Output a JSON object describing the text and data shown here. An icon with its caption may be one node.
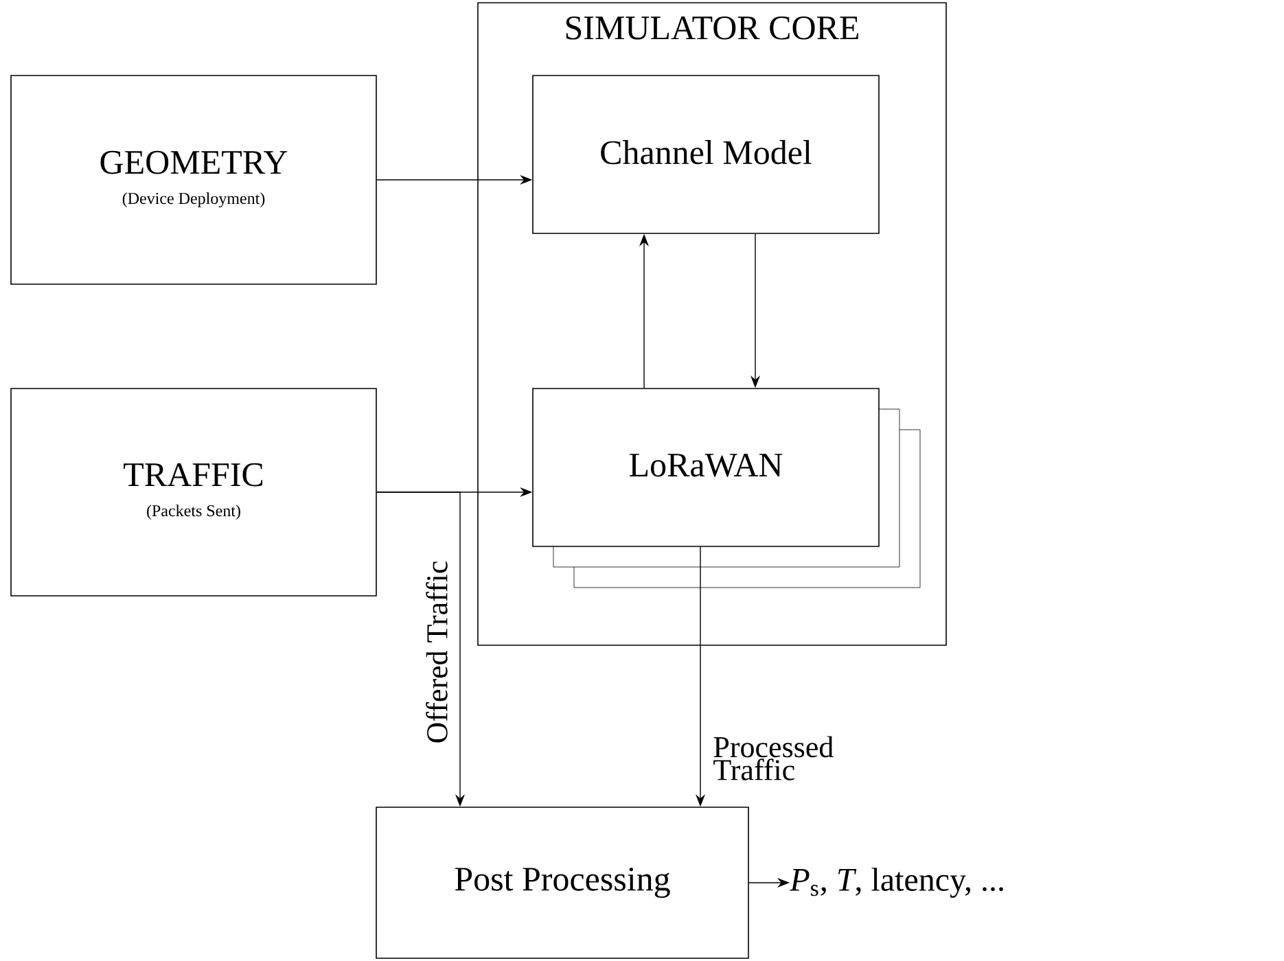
{
  "diagram": {
    "nodes": [
      {
        "text": [
          "SIMULATOR CORE"
        ]
      },
      {
        "text": [
          "GEOMETRY",
          "(Device Deployment)"
        ]
      },
      {
        "text": [
          "Channel Model"
        ],
        "in": 0
      },
      {
        "text": [
          "TRAFFIC",
          "(Packets Sent)"
        ]
      },
      {
        "text": [
          "LoRaWAN"
        ],
        "in": 0
      },
      {
        "text": [
          "Post Processing"
        ]
      },
      {
        "text": [
          "*P*$_{s}$, *T*, latency, ..."
        ]
      }
    ],
    "edges": [
      {
        "from": 1,
        "to": 2,
        "arrow": "to"
      },
      {
        "from": 4,
        "to": 2,
        "arrow": "to"
      },
      {
        "from": 2,
        "to": 4,
        "arrow": "to"
      },
      {
        "from": 3,
        "to": 4,
        "arrow": "to"
      },
      {
        "from": 3,
        "to": 5,
        "arrow": "to",
        "label": "Offered Traffic"
      },
      {
        "from": 4,
        "to": 5,
        "arrow": "to",
        "label": "Processed Traffic"
      },
      {
        "from": 5,
        "to": 6,
        "arrow": "to"
      }
    ]
  }
}
